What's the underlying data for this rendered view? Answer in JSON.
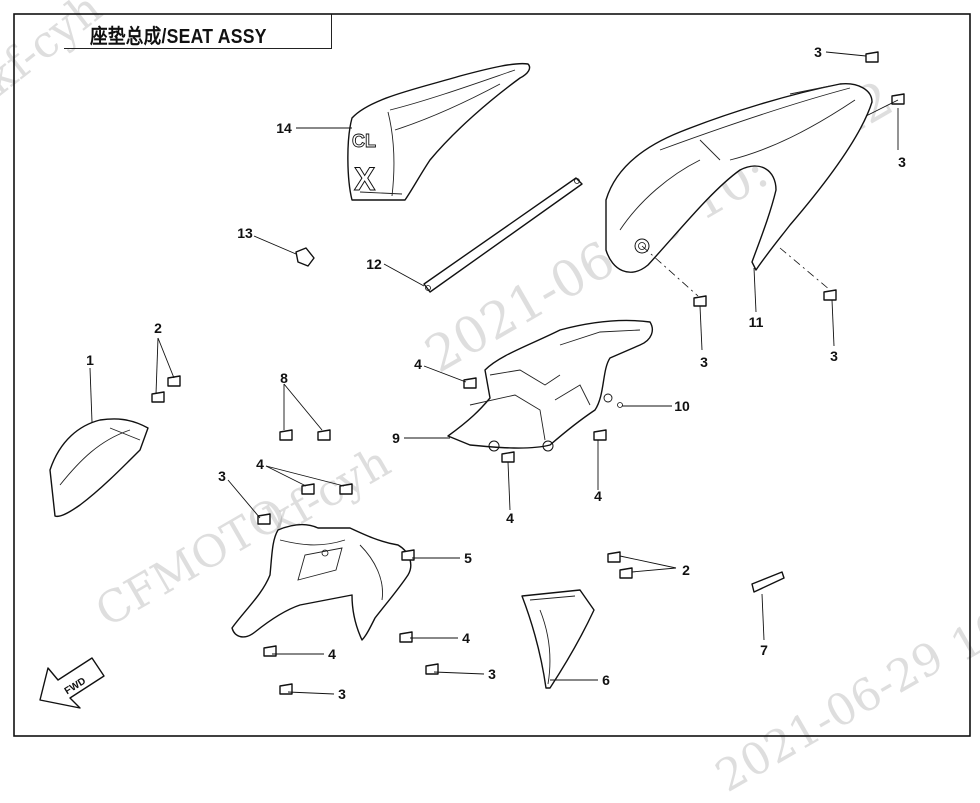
{
  "title": "座垫总成/SEAT ASSY",
  "watermarks": [
    "kf-cyh",
    "2021-06-29 10:40:42",
    "kf-cyh",
    "CFMOTO",
    "2021-06-29",
    "10"
  ],
  "fwd_label": "FWD",
  "seat_logo": [
    "CL",
    "X"
  ],
  "callouts": [
    {
      "label": "1"
    },
    {
      "label": "2"
    },
    {
      "label": "2"
    },
    {
      "label": "3"
    },
    {
      "label": "3"
    },
    {
      "label": "3"
    },
    {
      "label": "3"
    },
    {
      "label": "3"
    },
    {
      "label": "3"
    },
    {
      "label": "3"
    },
    {
      "label": "4"
    },
    {
      "label": "4"
    },
    {
      "label": "4"
    },
    {
      "label": "4"
    },
    {
      "label": "4"
    },
    {
      "label": "4"
    },
    {
      "label": "5"
    },
    {
      "label": "6"
    },
    {
      "label": "7"
    },
    {
      "label": "8"
    },
    {
      "label": "9"
    },
    {
      "label": "10"
    },
    {
      "label": "11"
    },
    {
      "label": "12"
    },
    {
      "label": "13"
    },
    {
      "label": "14"
    }
  ]
}
